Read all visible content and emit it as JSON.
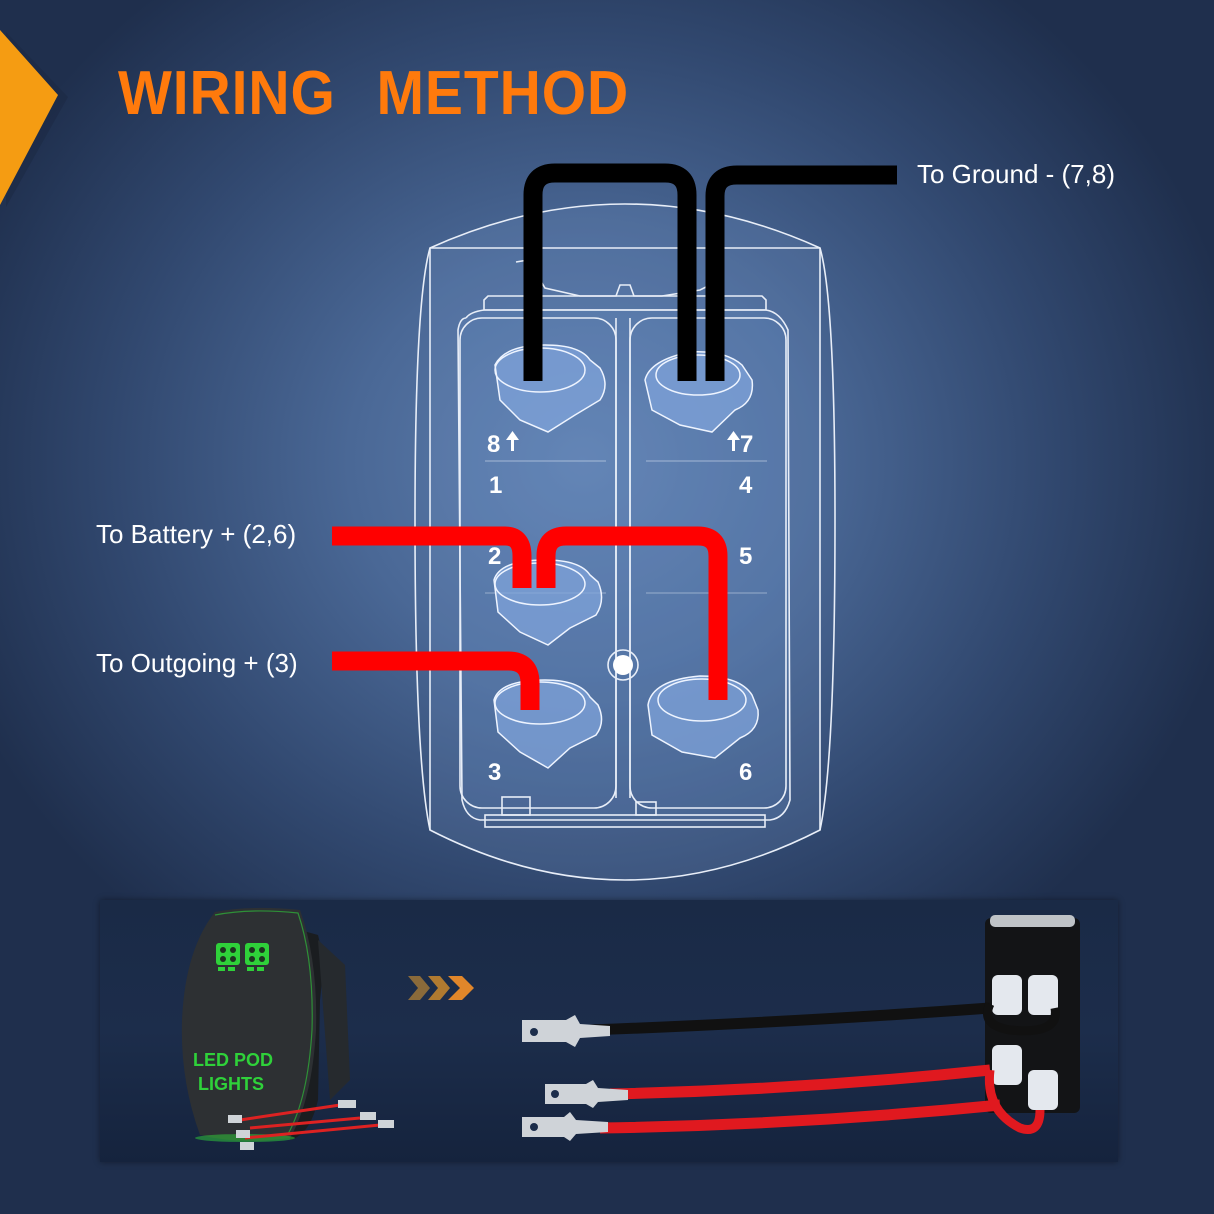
{
  "title": "WIRING METHOD",
  "accent_color": "#ff7a0c",
  "labels": {
    "ground": "To Ground - (7,8)",
    "battery": "To Battery + (2,6)",
    "outgoing": "To Outgoing + (3)"
  },
  "pins": {
    "p8": "8",
    "p7": "7",
    "p1": "1",
    "p4": "4",
    "p2": "2",
    "p5": "5",
    "p3": "3",
    "p6": "6"
  },
  "wire_colors": {
    "ground": "#000000",
    "positive": "#ff0000"
  },
  "product": {
    "switch_label_line1": "LED POD",
    "switch_label_line2": "LIGHTS",
    "glow_color": "#2fd13a"
  },
  "icons": {
    "corner": "corner-arrow-icon",
    "next": "chevrons-right-icon",
    "pin_arrow": "arrow-up-icon"
  }
}
